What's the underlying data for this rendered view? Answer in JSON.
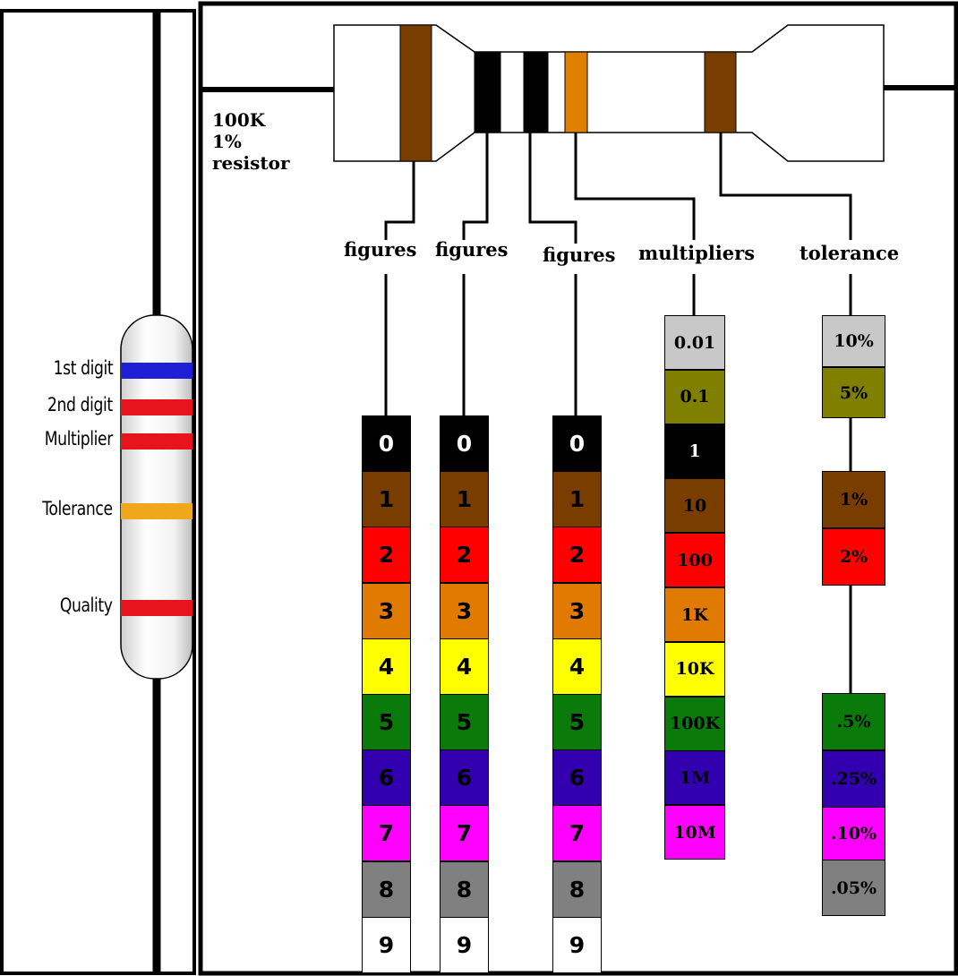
{
  "left_resistor": {
    "labels": [
      "1st digit",
      "2nd digit",
      "Multiplier",
      "Tolerance",
      "Quality"
    ],
    "band_colors": [
      "#1f1fd6",
      "#e8141c",
      "#e8141c",
      "#f0a81a",
      "#e8141c"
    ]
  },
  "main_resistor": {
    "caption": [
      "100K",
      "1%",
      "resistor"
    ],
    "band_colors": [
      "#7a3d00",
      "#000000",
      "#000000",
      "#e08000",
      "#7a3d00"
    ]
  },
  "headers": [
    "figures",
    "figures",
    "figures",
    "multipliers",
    "tolerance"
  ],
  "digits": {
    "labels": [
      "0",
      "1",
      "2",
      "3",
      "4",
      "5",
      "6",
      "7",
      "8",
      "9"
    ],
    "colors": [
      "#000000",
      "#7a3d00",
      "#ff0000",
      "#e07a00",
      "#ffff00",
      "#0a7a0a",
      "#3300b0",
      "#ff00ff",
      "#808080",
      "#ffffff"
    ],
    "text_colors": [
      "#ffffff",
      "#000000",
      "#000000",
      "#000000",
      "#000000",
      "#000000",
      "#000000",
      "#000000",
      "#000000",
      "#000000"
    ]
  },
  "multipliers": {
    "labels": [
      "0.01",
      "0.1",
      "1",
      "10",
      "100",
      "1K",
      "10K",
      "100K",
      "1M",
      "10M"
    ],
    "colors": [
      "#c8c8c8",
      "#808000",
      "#000000",
      "#7a3d00",
      "#ff0000",
      "#e07a00",
      "#ffff00",
      "#0a7a0a",
      "#3300b0",
      "#ff00ff"
    ],
    "text_colors": [
      "#000000",
      "#000000",
      "#ffffff",
      "#000000",
      "#000000",
      "#000000",
      "#000000",
      "#000000",
      "#000000",
      "#000000"
    ]
  },
  "tolerances": {
    "labels": [
      "10%",
      "5%",
      "1%",
      "2%",
      ".5%",
      ".25%",
      ".10%",
      ".05%"
    ],
    "colors": [
      "#c8c8c8",
      "#808000",
      "#7a3d00",
      "#ff0000",
      "#0a7a0a",
      "#3300b0",
      "#ff00ff",
      "#808080"
    ],
    "text_colors": [
      "#000000",
      "#000000",
      "#000000",
      "#000000",
      "#000000",
      "#000000",
      "#000000",
      "#000000"
    ]
  }
}
